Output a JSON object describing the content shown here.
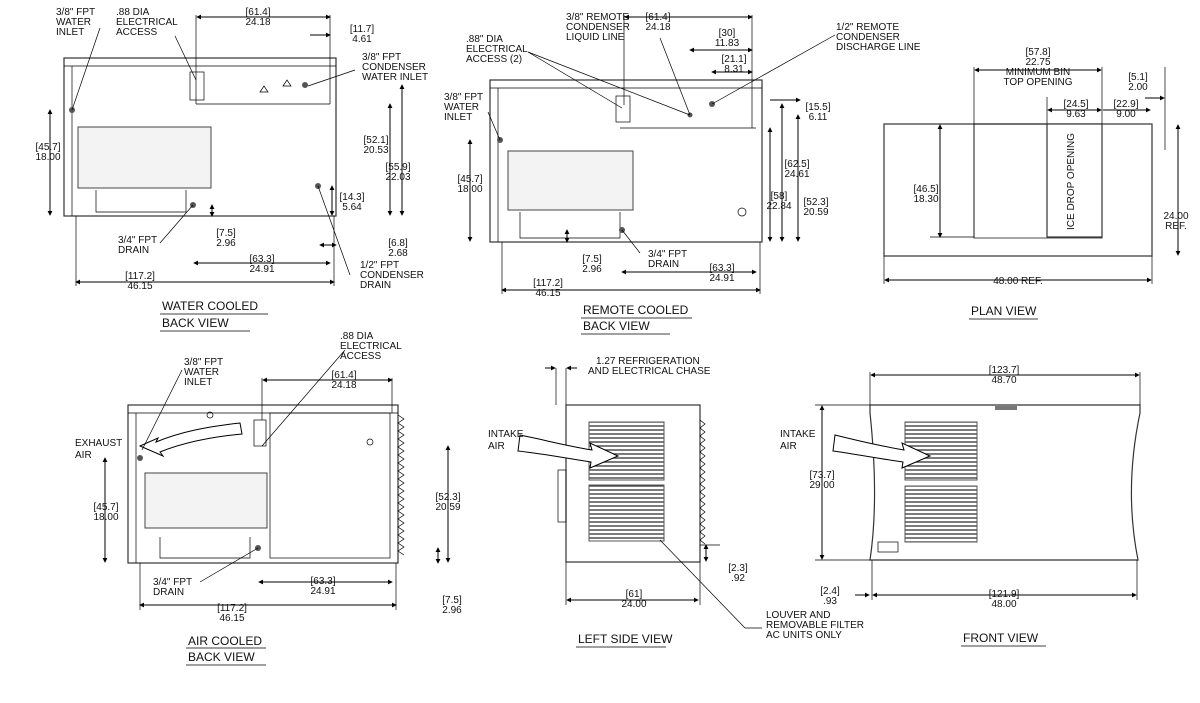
{
  "views": {
    "water_cooled": {
      "title1": "WATER COOLED",
      "title2": "BACK VIEW",
      "water_inlet": [
        "3/8\" FPT",
        "WATER",
        "INLET"
      ],
      "electrical": [
        ".88 DIA",
        "ELECTRICAL",
        "ACCESS"
      ],
      "condenser_inlet": [
        "3/8\" FPT",
        "CONDENSER",
        "WATER INLET"
      ],
      "drain": [
        "3/4\" FPT",
        "DRAIN"
      ],
      "condenser_drain": [
        "1/2\" FPT",
        "CONDENSER",
        "DRAIN"
      ],
      "d_top": [
        "[61.4]",
        "24.18"
      ],
      "d_right_top": [
        "[11.7]",
        "4.61"
      ],
      "d_left": [
        "[45.7]",
        "18.00"
      ],
      "d_mid": [
        "[52.1]",
        "20.53"
      ],
      "d_far": [
        "[55.9]",
        "22.03"
      ],
      "d_small": [
        "[14.3]",
        "5.64"
      ],
      "d_drain": [
        "[7.5]",
        "2.96"
      ],
      "d_drain_h": [
        "[63.3]",
        "24.91"
      ],
      "d_cdrain": [
        "[6.8]",
        "2.68"
      ],
      "d_width": [
        "[117.2]",
        "46.15"
      ]
    },
    "remote_cooled": {
      "title1": "REMOTE COOLED",
      "title2": "BACK VIEW",
      "liquid": [
        "3/8\" REMOTE",
        "CONDENSER",
        "LIQUID LINE"
      ],
      "discharge": [
        "1/2\" REMOTE",
        "CONDENSER",
        "DISCHARGE LINE"
      ],
      "electrical": [
        ".88\" DIA",
        "ELECTRICAL",
        "ACCESS (2)"
      ],
      "water_inlet": [
        "3/8\" FPT",
        "WATER",
        "INLET"
      ],
      "drain": [
        "3/4\" FPT",
        "DRAIN"
      ],
      "d_top": [
        "[61.4]",
        "24.18"
      ],
      "d_30": [
        "[30]",
        "11.83"
      ],
      "d_21": [
        "[21.1]",
        "8.31"
      ],
      "d_15": [
        "[15.5]",
        "6.11"
      ],
      "d_left": [
        "[45.7]",
        "18.00"
      ],
      "d_62": [
        "[62.5]",
        "24.61"
      ],
      "d_58": [
        "[58]",
        "22.84"
      ],
      "d_52": [
        "[52.3]",
        "20.59"
      ],
      "d_drain": [
        "[7.5]",
        "2.96"
      ],
      "d_drain_h": [
        "[63.3]",
        "24.91"
      ],
      "d_width": [
        "[117.2]",
        "46.15"
      ]
    },
    "plan": {
      "title": "PLAN VIEW",
      "bin": [
        "[57.8]",
        "22.75",
        "MINIMUM BIN",
        "TOP OPENING"
      ],
      "d_51": [
        "[5.1]",
        "2.00"
      ],
      "d_245": [
        "[24.5]",
        "9.63"
      ],
      "d_229": [
        "[22.9]",
        "9.00"
      ],
      "d_465": [
        "[46.5]",
        "18.30"
      ],
      "d_depth": [
        "24.00",
        "REF."
      ],
      "d_width": "48.00  REF.",
      "opening": "ICE DROP OPENING"
    },
    "air_cooled": {
      "title1": "AIR COOLED",
      "title2": "BACK VIEW",
      "water_inlet": [
        "3/8\" FPT",
        "WATER",
        "INLET"
      ],
      "electrical": [
        ".88 DIA",
        "ELECTRICAL",
        "ACCESS"
      ],
      "exhaust": [
        "EXHAUST",
        "AIR"
      ],
      "drain": [
        "3/4\" FPT",
        "DRAIN"
      ],
      "d_top": [
        "[61.4]",
        "24.18"
      ],
      "d_left": [
        "[45.7]",
        "18.00"
      ],
      "d_52": [
        "[52.3]",
        "20.59"
      ],
      "d_drain_h": [
        "[63.3]",
        "24.91"
      ],
      "d_drain": [
        "[7.5]",
        "2.96"
      ],
      "d_width": [
        "[117.2]",
        "46.15"
      ]
    },
    "left_side": {
      "title": "LEFT SIDE VIEW",
      "chase": [
        "1.27 REFRIGERATION",
        "AND ELECTRICAL CHASE"
      ],
      "intake": [
        "INTAKE",
        "AIR"
      ],
      "d_23": [
        "[2.3]",
        ".92"
      ],
      "d_61": [
        "[61]",
        "24.00"
      ],
      "louver": [
        "LOUVER AND",
        "REMOVABLE FILTER",
        "AC UNITS ONLY"
      ]
    },
    "front": {
      "title": "FRONT VIEW",
      "intake": [
        "INTAKE",
        "AIR"
      ],
      "d_top": [
        "[123.7]",
        "48.70"
      ],
      "d_height": [
        "[73.7]",
        "29.00"
      ],
      "d_24": [
        "[2.4]",
        ".93"
      ],
      "d_base": [
        "[121.9]",
        "48.00"
      ]
    }
  }
}
